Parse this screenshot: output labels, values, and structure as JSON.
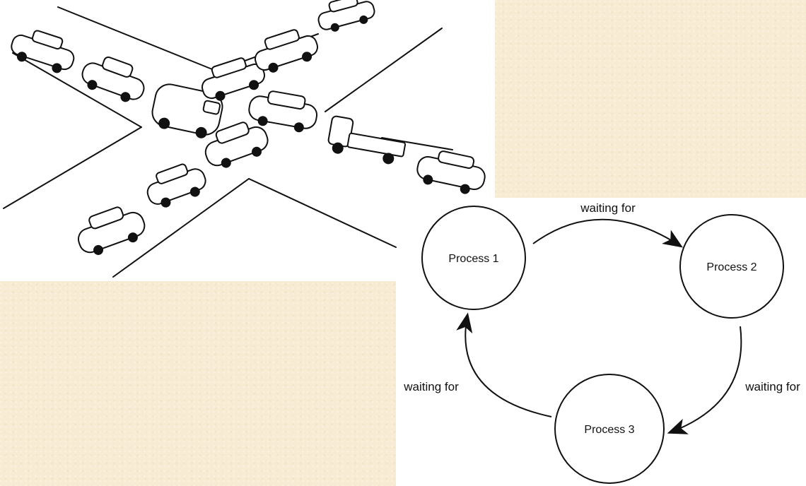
{
  "cycle_diagram": {
    "processes": [
      "Process 1",
      "Process 2",
      "Process 3"
    ],
    "edges": [
      {
        "from": "Process 1",
        "to": "Process 2",
        "label": "waiting for"
      },
      {
        "from": "Process 2",
        "to": "Process 3",
        "label": "waiting for"
      },
      {
        "from": "Process 3",
        "to": "Process 1",
        "label": "waiting for"
      }
    ]
  },
  "colors": {
    "background": "#f7ecd3",
    "panel": "#ffffff",
    "ink": "#111111"
  }
}
